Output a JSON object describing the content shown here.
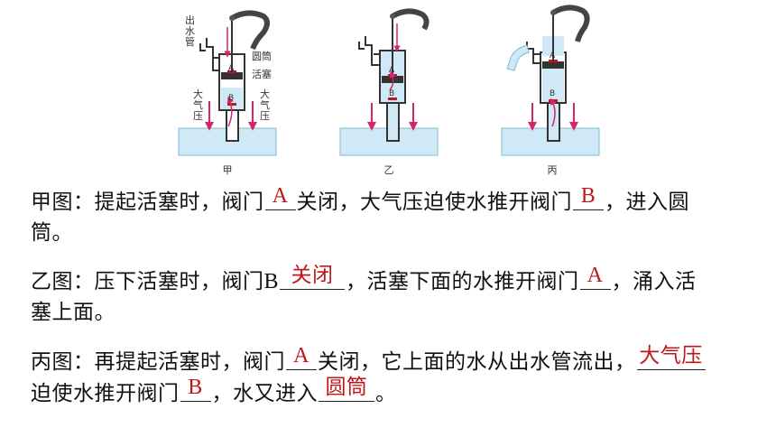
{
  "diagram": {
    "panel_jia": {
      "caption": "甲",
      "labels": {
        "outlet_l1": "出",
        "outlet_l2": "水",
        "outlet_l3": "管",
        "cylinder": "圆筒",
        "piston": "活塞",
        "valve_a": "A",
        "valve_b": "B",
        "atm_left_1": "大",
        "atm_left_2": "气",
        "atm_left_3": "压",
        "atm_right_1": "大",
        "atm_right_2": "气",
        "atm_right_3": "压"
      }
    },
    "panel_yi": {
      "caption": "乙",
      "valve_a": "A",
      "valve_b": "B"
    },
    "panel_bing": {
      "caption": "丙",
      "valve_a": "A",
      "valve_b": "B"
    },
    "colors": {
      "water": "#cfeaf6",
      "arrow": "#d6246e",
      "body": "#444444",
      "valve": "#c0171d"
    }
  },
  "text": {
    "p1": {
      "t1": "甲图：提起活塞时，阀门",
      "a1": "A",
      "t2": "关闭，大气压迫使水推开阀门",
      "a2": "B",
      "t3": "，进入圆",
      "t4": "筒。"
    },
    "p2": {
      "t1": "乙图：压下活塞时，阀门",
      "t1b": "B",
      "a1": "关闭",
      "t2": "，活塞下面的水推开阀门",
      "a2": "A",
      "t3": "，涌入活",
      "t4": "塞上面。"
    },
    "p3": {
      "t1": "丙图：再提起活塞时，阀门",
      "a1": "A",
      "t2": "关闭，它上面的水从出水管流出，",
      "a2": "大气压",
      "t4": "迫使水推开阀门",
      "a3": "B",
      "t5": "，水又进入",
      "a4": "圆筒",
      "t6": "。"
    }
  }
}
